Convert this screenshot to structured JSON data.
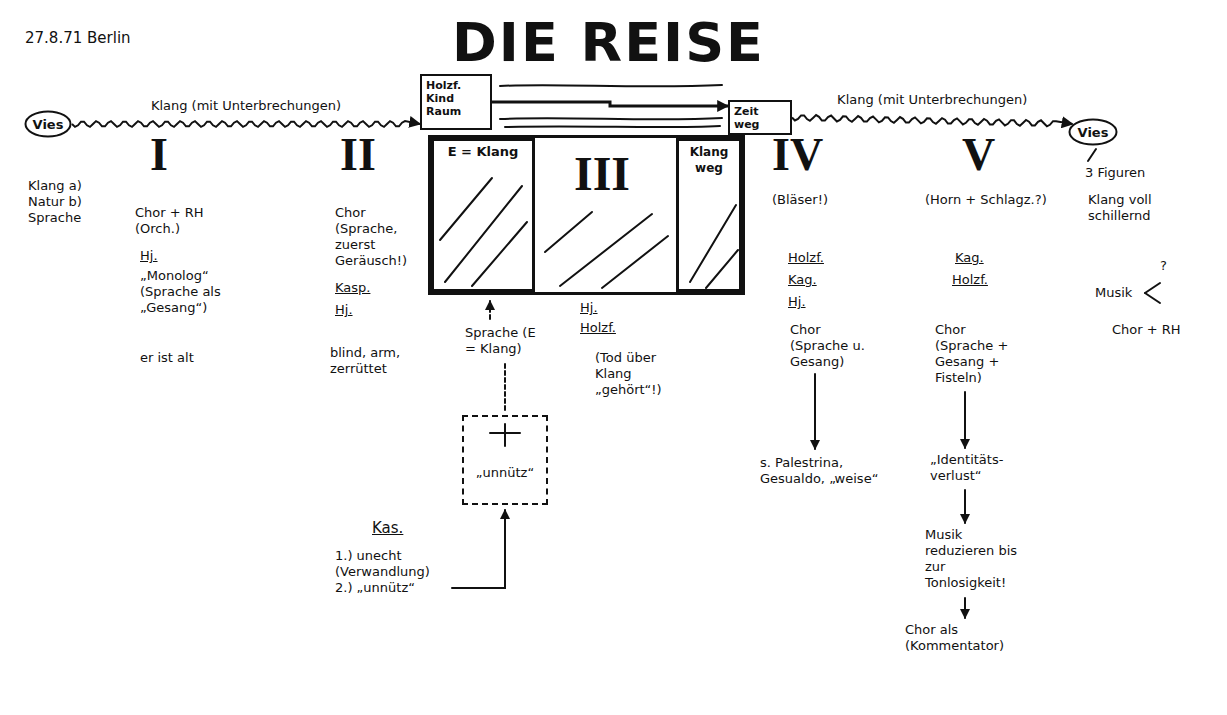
{
  "diagram": {
    "title": "DIE REISE",
    "nodes": [
      {
        "text": [
          "Vies"
        ]
      },
      {
        "text": [
          "III"
        ]
      },
      {
        "text": [
          "E = Klang"
        ],
        "in": 1
      },
      {
        "text": [
          "Klang weg"
        ],
        "in": 1
      },
      {
        "text": [
          "Holzf. Kind Raum"
        ]
      },
      {
        "text": [
          "Zeit weg"
        ]
      },
      {
        "text": [
          "„unnütz“"
        ]
      },
      {
        "text": [
          "Vies"
        ]
      }
    ],
    "edges": [
      {
        "from": 0,
        "to": 4,
        "arrow": "to",
        "label": "Klang (mit Unterbrechungen)"
      },
      {
        "from": 4,
        "to": 5,
        "arrow": "to"
      },
      {
        "from": 5,
        "to": 7,
        "arrow": "to",
        "label": "Klang (mit Unterbrechungen)"
      }
    ],
    "labels": [
      "27.8.71 Berlin",
      "Klang a) Natur b) Sprache",
      "I",
      "Chor + RH (Orch.)",
      "Hj.",
      "„Monolog“ (Sprache als „Gesang“)",
      "er ist alt",
      "II",
      "Chor (Sprache, zuerst Geräusch!)",
      "Kasp.",
      "Hj.",
      "blind, arm, zerrüttet",
      "Sprache (E = Klang)",
      "Kas.",
      "1.) unecht (Verwandlung) 2.) „unnütz“",
      "Hj.",
      "Holzf.",
      "(Tod über Klang „gehört“!)",
      "IV",
      "(Bläser!)",
      "Holzf.",
      "Kag.",
      "Hj.",
      "Chor (Sprache u. Gesang)",
      "s. Palestrina, Gesualdo, „weise“",
      "V",
      "(Horn + Schlagz.?)",
      "Kag.",
      "Holzf.",
      "Chor (Sprache + Gesang + Fisteln)",
      "„Identitäts- verlust“",
      "Musik reduzieren bis zur Tonlosigkeit!",
      "Chor als (Kommentator)",
      "3 Figuren",
      "Klang voll schillernd",
      "Musik",
      "?",
      "Chor + RH"
    ]
  }
}
